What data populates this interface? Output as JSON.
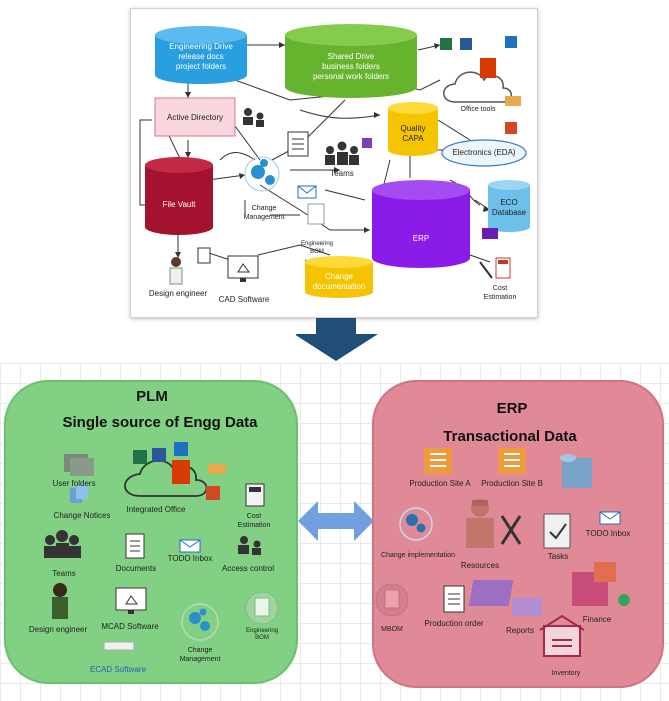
{
  "top_diagram": {
    "engineering_drive": [
      "Engineering Drive",
      "release docs",
      "project folders"
    ],
    "shared_drive": [
      "Shared Drive",
      "business folders",
      "personal work folders"
    ],
    "active_directory": "Active Directory",
    "file_vault": "File Vault",
    "quality_capa": [
      "Quality",
      "CAPA"
    ],
    "office_tools": "Office tools",
    "electronics_eda": "Electronics (EDA)",
    "eco_database": [
      "ECO",
      "Database"
    ],
    "teams": "Teams",
    "change_management": [
      "Change",
      "Management"
    ],
    "engineering_bom": [
      "Engineering",
      "BOM"
    ],
    "erp": "ERP",
    "change_documentation": [
      "Change",
      "documentation"
    ],
    "design_engineer": "Design engineer",
    "cad_software": "CAD Software",
    "cost_estimation": [
      "Cost",
      "Estimation"
    ]
  },
  "plm": {
    "title": "PLM",
    "subtitle": "Single source of Engg Data",
    "user_folders": "User folders",
    "change_notices": "Change Notices",
    "integrated_office": "Integrated Office",
    "cost_estimation": [
      "Cost",
      "Estimation"
    ],
    "teams": "Teams",
    "documents": "Documents",
    "todo_inbox": "TODO Inbox",
    "access_control": "Access control",
    "design_engineer": "Design engineer",
    "mcad_software": "MCAD Software",
    "change_management": [
      "Change",
      "Management"
    ],
    "engineering_bom": [
      "Engineering",
      "BOM"
    ],
    "ecad_software": "ECAD Software"
  },
  "erp": {
    "title": "ERP",
    "subtitle": "Transactional Data",
    "production_site_a": "Production Site A",
    "production_site_b": "Production Site B",
    "change_implementation": "Change implementation",
    "resources": "Resources",
    "tasks": "Tasks",
    "todo_inbox": "TODO Inbox",
    "mbom": "MBOM",
    "production_order": "Production order",
    "reports": "Reports",
    "finance": "Finance",
    "inventory": "Inventory"
  },
  "colors": {
    "plm_green": "#82d083",
    "erp_pink": "#e08a98",
    "arrow_navy": "#1f4e79",
    "double_arrow_blue": "#6fa0e0",
    "cyl_blue": "#2a9fe0",
    "cyl_green": "#66b32e",
    "cyl_red": "#a3122e",
    "cyl_yellow": "#f5c400",
    "cyl_purple": "#8b1be8",
    "cyl_lightblue": "#6dc0ea"
  }
}
